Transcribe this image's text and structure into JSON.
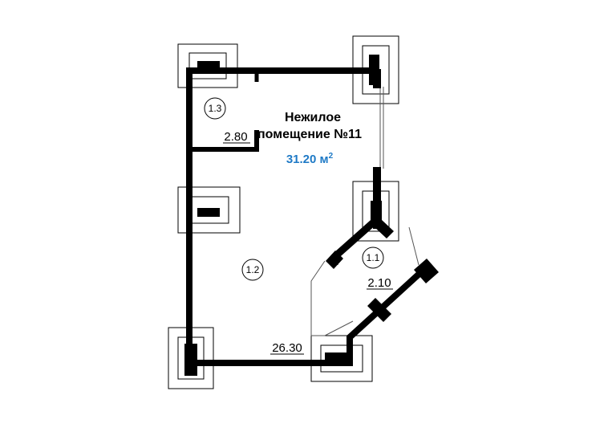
{
  "unit": {
    "name_line1": "Нежилое",
    "name_line2": "помещение №11",
    "area": "31.20 м",
    "area_sup": "2"
  },
  "rooms": [
    {
      "id": "1.3",
      "area": "2.80"
    },
    {
      "id": "1.2",
      "area": "26.30"
    },
    {
      "id": "1.1",
      "area": "2.10"
    }
  ],
  "colors": {
    "wall": "#000000",
    "area_text": "#1f7ac6",
    "thin_line": "#555555"
  }
}
